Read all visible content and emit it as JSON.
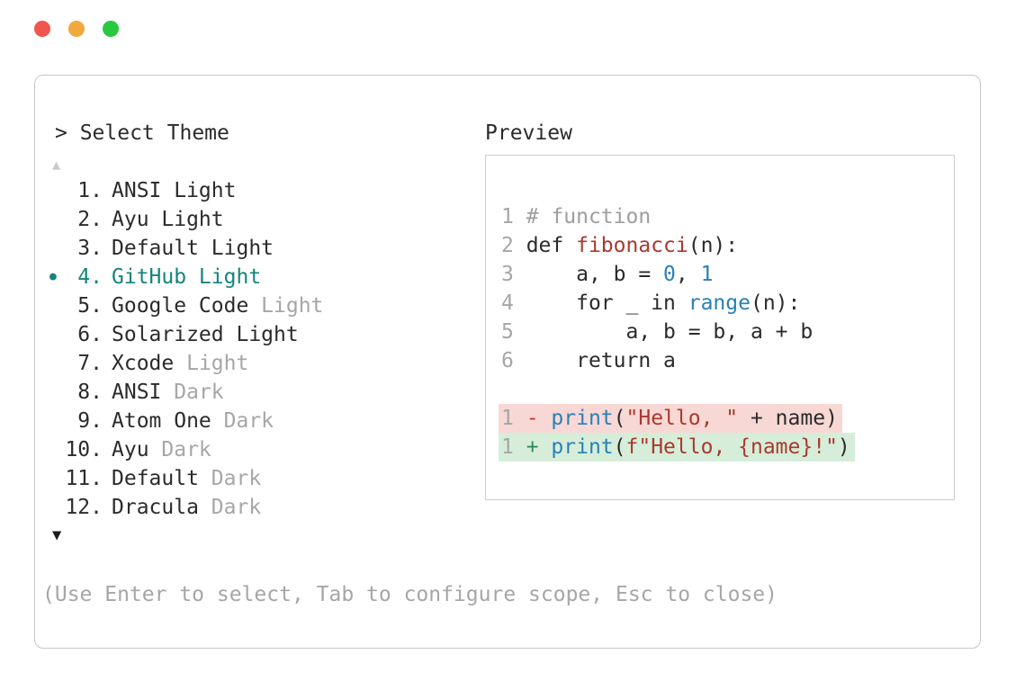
{
  "colors": {
    "text": "#2b2b2b",
    "dim": "#a6a6a6",
    "comment": "#9e9e9e",
    "selected": "#15847b",
    "func": "#a83a2f",
    "string": "#a83a2f",
    "number": "#2980b9",
    "builtin": "#2980b9",
    "diff_minus": "#c0392b",
    "diff_plus": "#2e8b57",
    "diff_del_bg": "#f8d8d4",
    "diff_add_bg": "#d6eed9",
    "panel_border": "#c6c6c6",
    "preview_border": "#cccccc",
    "scroll_up": "#c9c9c9",
    "scroll_down": "#1c1c1c",
    "light_red": "#f2554d",
    "light_yellow": "#f0a93c",
    "light_green": "#27c93f"
  },
  "window": {
    "controls": [
      "close",
      "minimize",
      "zoom"
    ]
  },
  "picker": {
    "title": "> Select Theme",
    "scroll_up": "▲",
    "scroll_down": "▼",
    "selected_bullet": "●",
    "items": [
      {
        "num": "1.",
        "text": "ANSI Light",
        "dim_text": "",
        "selected": false
      },
      {
        "num": "2.",
        "text": "Ayu Light",
        "dim_text": "",
        "selected": false
      },
      {
        "num": "3.",
        "text": "Default Light",
        "dim_text": "",
        "selected": false
      },
      {
        "num": "4.",
        "text": "GitHub Light",
        "dim_text": "",
        "selected": true
      },
      {
        "num": "5.",
        "text": "Google Code ",
        "dim_text": "Light",
        "selected": false
      },
      {
        "num": "6.",
        "text": "Solarized Light",
        "dim_text": "",
        "selected": false
      },
      {
        "num": "7.",
        "text": "Xcode ",
        "dim_text": "Light",
        "selected": false
      },
      {
        "num": "8.",
        "text": "ANSI ",
        "dim_text": "Dark",
        "selected": false
      },
      {
        "num": "9.",
        "text": "Atom One ",
        "dim_text": "Dark",
        "selected": false
      },
      {
        "num": "10.",
        "text": "Ayu ",
        "dim_text": "Dark",
        "selected": false
      },
      {
        "num": "11.",
        "text": "Default ",
        "dim_text": "Dark",
        "selected": false
      },
      {
        "num": "12.",
        "text": "Dracula ",
        "dim_text": "Dark",
        "selected": false
      }
    ],
    "help_text": "(Use Enter to select, Tab to configure scope, Esc to close)"
  },
  "preview": {
    "title": "Preview",
    "code_lines": [
      {
        "num": "1",
        "tokens": [
          {
            "t": "comment",
            "s": "# function"
          }
        ]
      },
      {
        "num": "2",
        "tokens": [
          {
            "t": "text",
            "s": "def "
          },
          {
            "t": "func",
            "s": "fibonacci"
          },
          {
            "t": "text",
            "s": "(n):"
          }
        ]
      },
      {
        "num": "3",
        "tokens": [
          {
            "t": "text",
            "s": "    a, b = "
          },
          {
            "t": "number",
            "s": "0"
          },
          {
            "t": "text",
            "s": ", "
          },
          {
            "t": "number",
            "s": "1"
          }
        ]
      },
      {
        "num": "4",
        "tokens": [
          {
            "t": "text",
            "s": "    for _ in "
          },
          {
            "t": "builtin",
            "s": "range"
          },
          {
            "t": "text",
            "s": "(n):"
          }
        ]
      },
      {
        "num": "5",
        "tokens": [
          {
            "t": "text",
            "s": "        a, b = b, a + b"
          }
        ]
      },
      {
        "num": "6",
        "tokens": [
          {
            "t": "text",
            "s": "    return a"
          }
        ]
      },
      {
        "num": "",
        "tokens": []
      },
      {
        "num": "1",
        "sign": "-",
        "bg": "diff_del_bg",
        "tokens": [
          {
            "t": "builtin",
            "s": "print"
          },
          {
            "t": "text",
            "s": "("
          },
          {
            "t": "string",
            "s": "\"Hello, \""
          },
          {
            "t": "text",
            "s": " + name)"
          }
        ]
      },
      {
        "num": "1",
        "sign": "+",
        "bg": "diff_add_bg",
        "tokens": [
          {
            "t": "builtin",
            "s": "print"
          },
          {
            "t": "text",
            "s": "("
          },
          {
            "t": "string",
            "s": "f\"Hello, {name}!\""
          },
          {
            "t": "text",
            "s": ")"
          }
        ]
      }
    ]
  }
}
